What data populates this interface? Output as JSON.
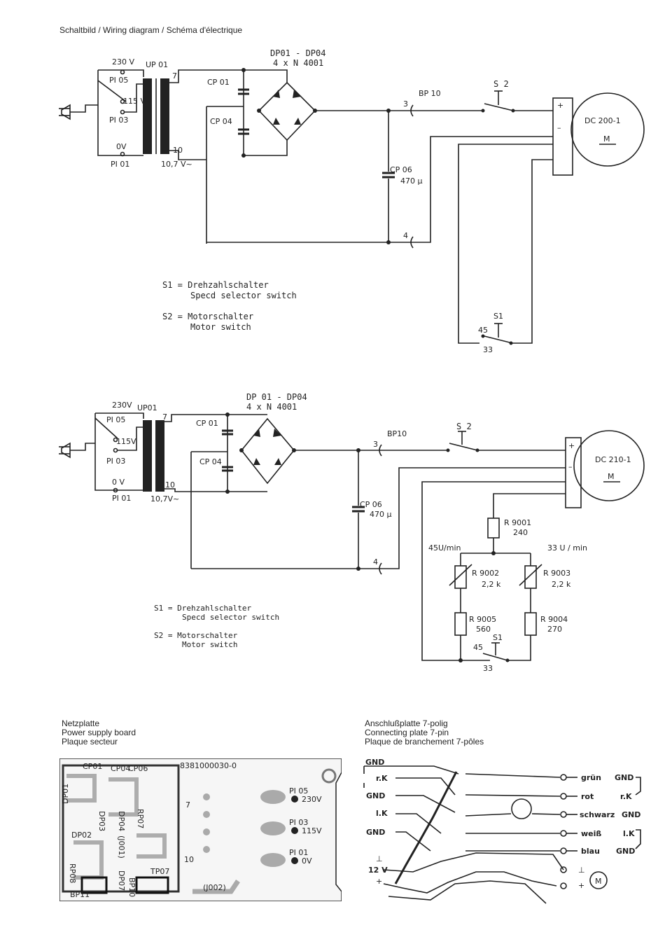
{
  "page_title": "Schaltbild / Wiring diagram / Schéma d'électrique",
  "top": {
    "voltage_230": "230 V",
    "transformer": "UP 01",
    "pi05": "PI 05",
    "v115": "115 V",
    "pi03": "PI 03",
    "ov": "0V",
    "pi01": "PI 01",
    "tap7": "7",
    "tap10": "10",
    "secondary": "10,7 V~",
    "cp01": "CP 01",
    "cp04": "CP 04",
    "bridge_ids": "DP01 - DP04",
    "bridge_parts": "4 x N 4001",
    "bp10": "BP 10",
    "pin3": "3",
    "pin4": "4",
    "cp06": "CP 06",
    "cp06_val": "470 µ",
    "s2": "S 2",
    "plus": "+",
    "minus": "–",
    "motor": "DC 200-1",
    "motor_m": "M",
    "s1": "S1",
    "s1_45": "45",
    "s1_33": "33"
  },
  "top_legend": {
    "s1_de": "S1 = Drehzahlschalter",
    "s1_en": "Specd selector switch",
    "s2_de": "S2 = Motorschalter",
    "s2_en": "Motor switch"
  },
  "middle": {
    "voltage_230": "230V",
    "transformer": "UP01",
    "pi05": "PI 05",
    "v115": "115V",
    "pi03": "PI 03",
    "ov": "0 V",
    "pi01": "PI 01",
    "tap7": "7",
    "tap10": "10",
    "secondary": "10,7V~",
    "cp01": "CP 01",
    "cp04": "CP 04",
    "bridge_ids": "DP 01 - DP04",
    "bridge_parts": "4 x N 4001",
    "bp10": "BP10",
    "pin3": "3",
    "pin4": "4",
    "cp06": "CP 06",
    "cp06_val": "470 µ",
    "s2": "S 2",
    "plus": "+",
    "minus": "–",
    "motor": "DC 210-1",
    "motor_m": "M",
    "r9001": "R 9001",
    "r9001_val": "240",
    "speed45": "45U/min",
    "speed33": "33 U / min",
    "r9002": "R 9002",
    "r9002_val": "2,2 k",
    "r9003": "R 9003",
    "r9003_val": "2,2 k",
    "r9005": "R 9005",
    "r9005_val": "560",
    "r9004": "R 9004",
    "r9004_val": "270",
    "s1": "S1",
    "s1_45": "45",
    "s1_33": "33"
  },
  "middle_legend": {
    "s1_de": "S1 = Drehzahlschalter",
    "s1_en": "Specd selector switch",
    "s2_de": "S2 = Motorschalter",
    "s2_en": "Motor switch"
  },
  "power_board": {
    "caption_de": "Netzplatte",
    "caption_en": "Power supply board",
    "caption_fr": "Plaque secteur",
    "labels": {
      "cp01": "CP01",
      "cp04": "CP04",
      "cp06": "CP06",
      "part_no": "8381000030-0",
      "dp01": "DP01",
      "dp02": "DP02",
      "dp03": "DP03",
      "dp04": "DP04",
      "rp07": "RP07",
      "j001": "(J001)",
      "rp08": "RP08",
      "dp07": "DP07",
      "tp07": "TP07",
      "bp10": "BP10",
      "bp11": "BP11",
      "j002": "(J002)",
      "pi05": "PI 05",
      "pi03": "PI 03",
      "pi01": "PI 01",
      "v230": "230V",
      "v115": "115V",
      "v0": "0V",
      "n7": "7",
      "n10": "10"
    }
  },
  "connect_plate": {
    "caption_de": "Anschlußplatte 7-polig",
    "caption_en": "Connecting plate 7-pin",
    "caption_fr": "Plaque de branchement 7-pôles",
    "left": {
      "gnd1": "GND",
      "rk": "r.K",
      "gnd2": "GND",
      "lk": "l.K",
      "gnd3": "GND",
      "v12": "12 V",
      "gnd_sym": "⊥",
      "plus": "+"
    },
    "wires": {
      "w1": "grün",
      "w2": "rot",
      "w3": "schwarz",
      "w4": "weiß",
      "w5": "blau"
    },
    "right": {
      "r1": "GND",
      "r2": "r.K",
      "r3": "GND",
      "r4": "l.K",
      "r5": "GND",
      "gnd_sym": "⊥",
      "plus": "+",
      "motor": "M"
    }
  }
}
